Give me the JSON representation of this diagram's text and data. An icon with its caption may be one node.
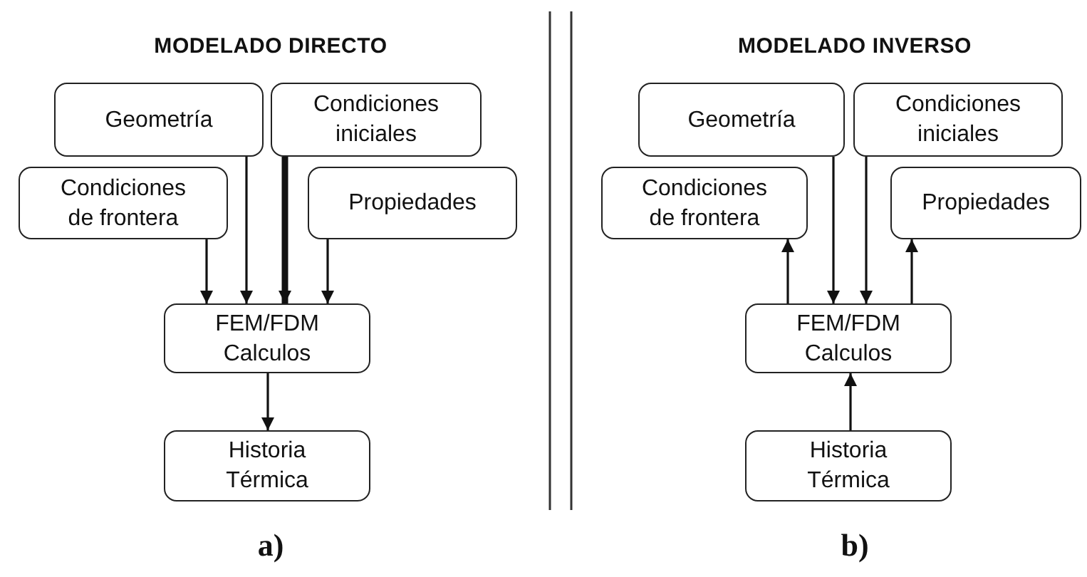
{
  "diagram": {
    "nodes": [
      {
        "text": [
          "Geometría"
        ]
      },
      {
        "text": [
          "Condiciones iniciales"
        ]
      },
      {
        "text": [
          "Condiciones de frontera"
        ]
      },
      {
        "text": [
          "Propiedades"
        ]
      },
      {
        "text": [
          "FEM/FDM Calculos"
        ]
      },
      {
        "text": [
          "Historia Térmica"
        ]
      },
      {
        "text": [
          "Geometría"
        ]
      },
      {
        "text": [
          "Condiciones iniciales"
        ]
      },
      {
        "text": [
          "Condiciones de frontera"
        ]
      },
      {
        "text": [
          "Propiedades"
        ]
      },
      {
        "text": [
          "FEM/FDM Calculos"
        ]
      },
      {
        "text": [
          "Historia Térmica"
        ]
      }
    ],
    "edges": [
      {
        "from": 2,
        "to": 4,
        "arrow": "to"
      },
      {
        "from": 0,
        "to": 4,
        "arrow": "to"
      },
      {
        "from": 1,
        "to": 4,
        "arrow": "to",
        "style": "thick"
      },
      {
        "from": 3,
        "to": 4,
        "arrow": "to"
      },
      {
        "from": 4,
        "to": 5,
        "arrow": "to"
      },
      {
        "from": 10,
        "to": 8,
        "arrow": "to"
      },
      {
        "from": 6,
        "to": 10,
        "arrow": "to"
      },
      {
        "from": 7,
        "to": 10,
        "arrow": "to"
      },
      {
        "from": 10,
        "to": 9,
        "arrow": "to"
      },
      {
        "from": 11,
        "to": 10,
        "arrow": "to"
      }
    ],
    "labels": [
      "MODELADO DIRECTO",
      "MODELADO INVERSO",
      "a)",
      "b)"
    ]
  }
}
